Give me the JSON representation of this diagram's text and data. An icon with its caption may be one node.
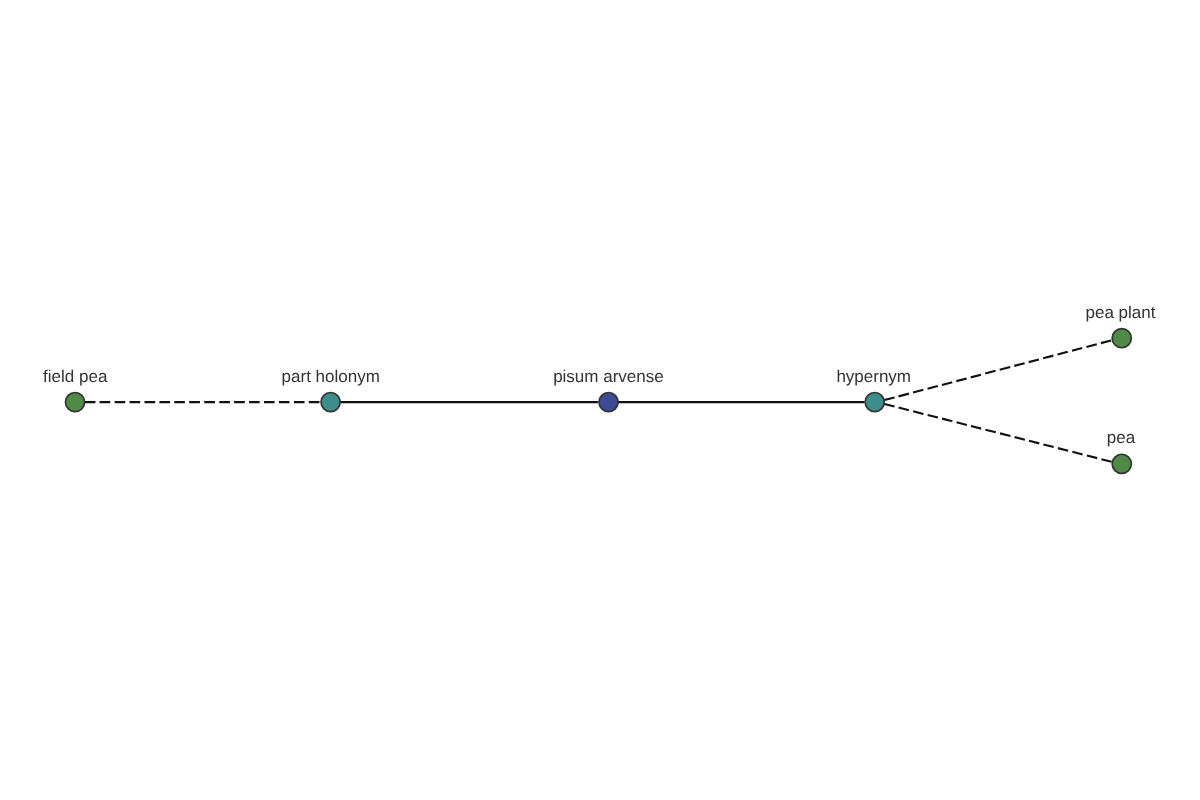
{
  "diagram": {
    "nodes": [
      {
        "text": [],
        "shape": "circle",
        "beside": [
          "field pea"
        ]
      },
      {
        "text": [],
        "shape": "circle",
        "beside": [
          "part holonym"
        ]
      },
      {
        "text": [],
        "shape": "circle",
        "beside": [
          "pea plant"
        ]
      },
      {
        "text": [],
        "shape": "circle",
        "beside": [
          "pisum arvense"
        ]
      },
      {
        "text": [],
        "shape": "circle",
        "beside": [
          "hypernym"
        ]
      },
      {
        "text": [],
        "shape": "circle",
        "beside": [
          "pea"
        ]
      }
    ],
    "edges": [
      {
        "from": 0,
        "to": 1,
        "arrow": "none",
        "style": "dashed"
      },
      {
        "from": 1,
        "to": 3,
        "arrow": "none"
      },
      {
        "from": 3,
        "to": 4,
        "arrow": "none"
      },
      {
        "from": 4,
        "to": 2,
        "arrow": "none",
        "style": "dashed"
      },
      {
        "from": 4,
        "to": 5,
        "arrow": "none",
        "style": "dashed"
      }
    ]
  }
}
